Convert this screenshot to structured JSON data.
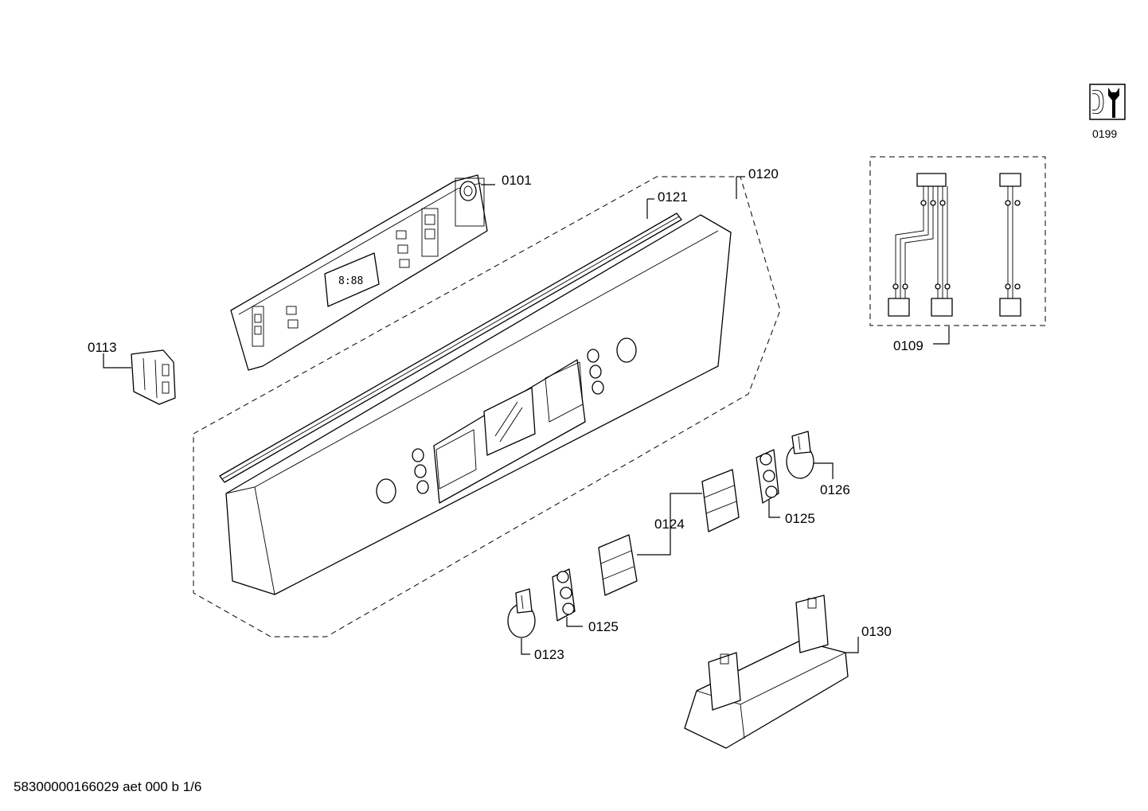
{
  "labels": {
    "p0101": "0101",
    "p0109": "0109",
    "p0113": "0113",
    "p0120": "0120",
    "p0121": "0121",
    "p0123": "0123",
    "p0124": "0124",
    "p0125a": "0125",
    "p0125b": "0125",
    "p0126": "0126",
    "p0130": "0130",
    "p0199": "0199"
  },
  "display_text": "8:88",
  "footer": "58300000166029 aet 000 b 1/6"
}
